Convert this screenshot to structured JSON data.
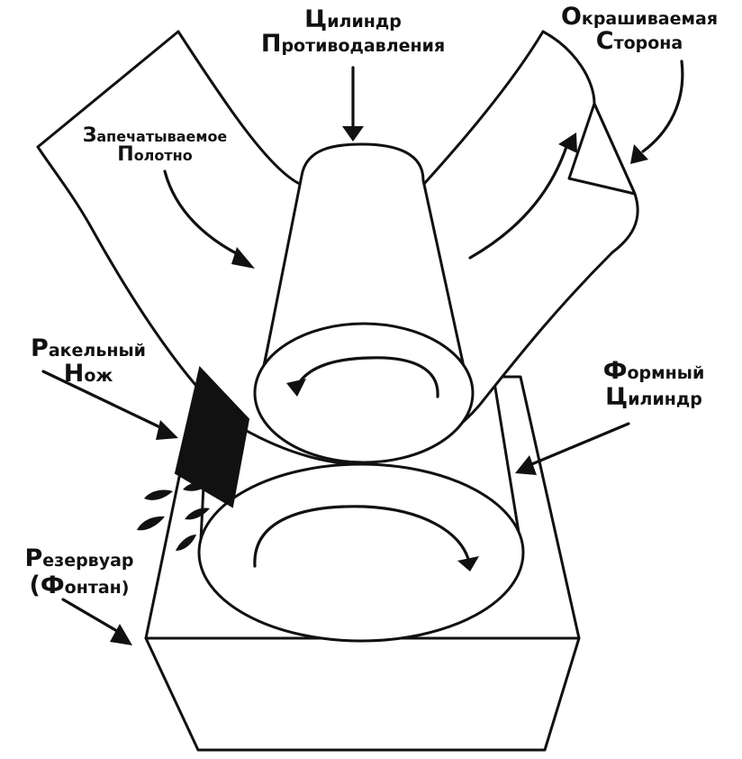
{
  "labels": {
    "impression_cylinder": {
      "line1_initial": "Ц",
      "line1_rest": "илиндр",
      "line2_initial": "П",
      "line2_rest": "ротиводавления"
    },
    "painted_side": {
      "line1_initial": "О",
      "line1_rest": "крашиваемая",
      "line2_initial": "С",
      "line2_rest": "торона"
    },
    "printed_web": {
      "line1_initial": "З",
      "line1_rest": "апечатываемое",
      "line2_initial": "П",
      "line2_rest": "олотно"
    },
    "doctor_blade": {
      "line1_initial": "Р",
      "line1_rest": "акельный",
      "line2_initial": "Н",
      "line2_rest": "ож"
    },
    "form_cylinder": {
      "line1_initial": "Ф",
      "line1_rest": "ормный",
      "line2_initial": "Ц",
      "line2_rest": "илиндр"
    },
    "reservoir": {
      "line1_initial": "Р",
      "line1_rest": "езервуар",
      "line2_initial": "(Ф",
      "line2_rest": "онтан)"
    }
  },
  "colors": {
    "ink": "#111111",
    "paper": "#ffffff"
  }
}
